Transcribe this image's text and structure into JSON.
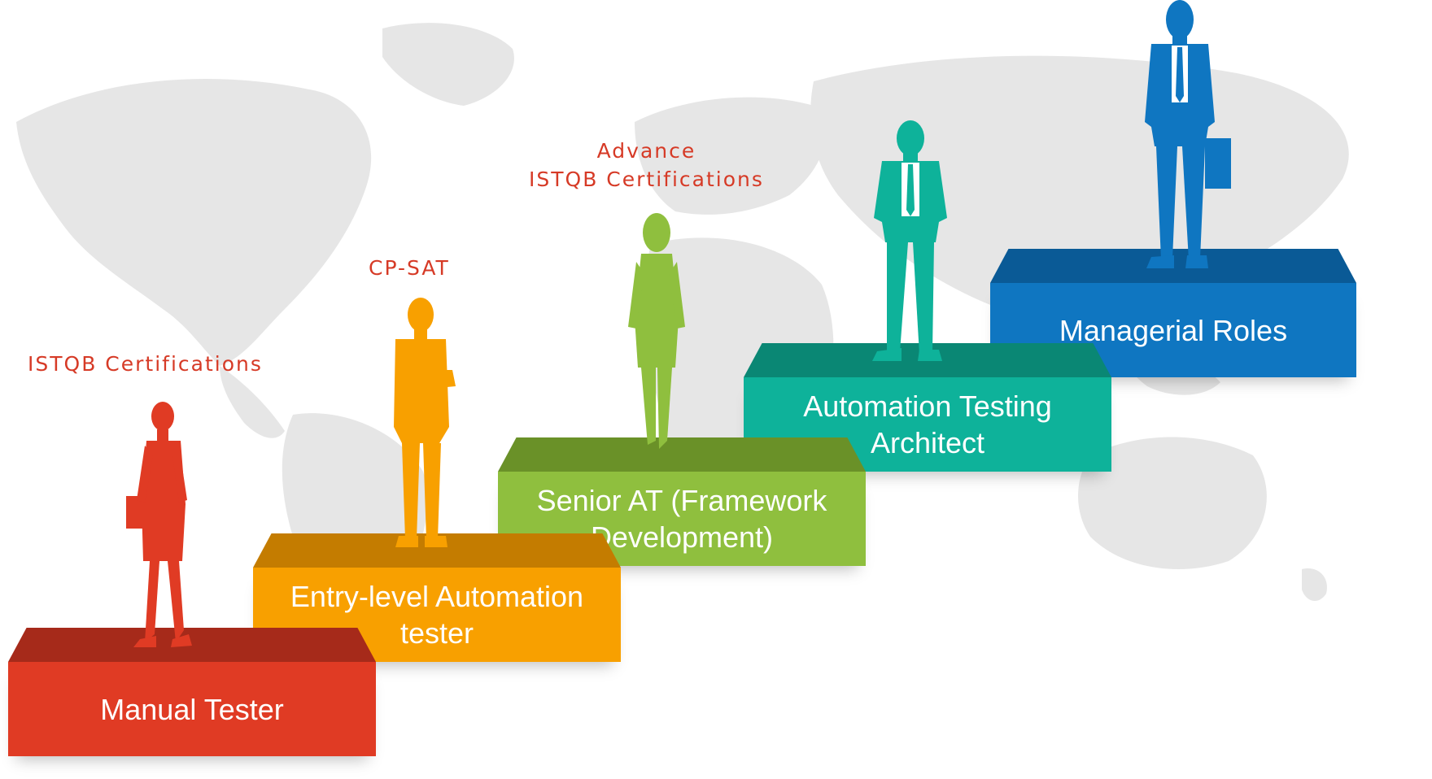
{
  "colors": {
    "map": "#e6e6e6",
    "certification_text": "#d63a26"
  },
  "steps": [
    {
      "label": "Manual Tester",
      "front": "#e03b24",
      "top": "#a62a1a",
      "figure": "woman-walking-with-folder-silhouette"
    },
    {
      "label": "Entry-level Automation\ntester",
      "front": "#f8a000",
      "top": "#c47c00",
      "figure": "man-arms-crossed-silhouette"
    },
    {
      "label": "Senior AT (Framework\nDevelopment)",
      "front": "#8fbf3e",
      "top": "#6a9128",
      "figure": "woman-standing-silhouette"
    },
    {
      "label": "Automation Testing\nArchitect",
      "front": "#0eb29a",
      "top": "#0a8774",
      "figure": "man-hands-in-pockets-silhouette"
    },
    {
      "label": "Managerial Roles",
      "front": "#0f76c1",
      "top": "#0a5a96",
      "figure": "man-with-briefcase-silhouette"
    }
  ],
  "certifications": [
    {
      "text": "ISTQB Certifications"
    },
    {
      "text": "CP-SAT"
    },
    {
      "text": "Advance\nISTQB Certifications"
    }
  ]
}
